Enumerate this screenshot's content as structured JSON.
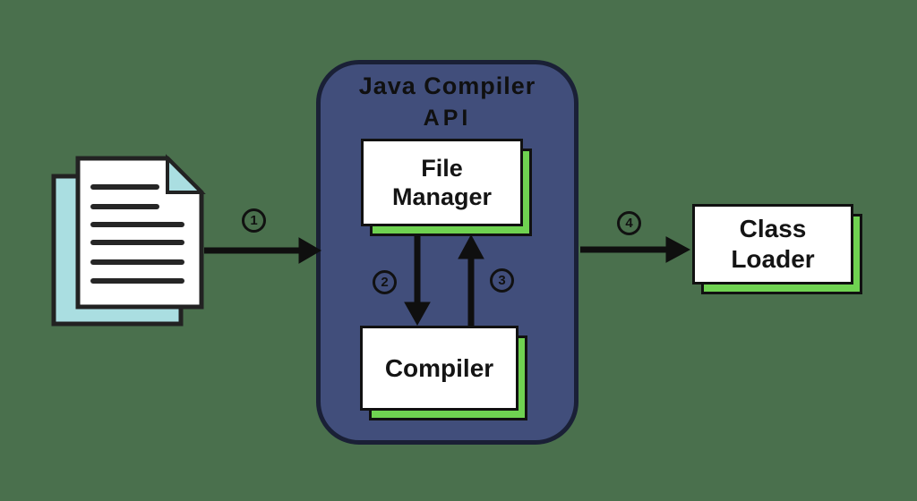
{
  "panel": {
    "title_line1": "Java Compiler",
    "title_line2": "API",
    "fill_color": "#414E7B",
    "border_color": "#1A2036"
  },
  "boxes": {
    "file_manager": {
      "label": "File Manager",
      "lines": [
        "File",
        "Manager"
      ]
    },
    "compiler": {
      "label": "Compiler",
      "lines": [
        "Compiler"
      ]
    },
    "class_loader": {
      "label": "Class Loader",
      "lines": [
        "Class",
        "Loader"
      ]
    }
  },
  "steps": {
    "s1": "1",
    "s2": "2",
    "s3": "3",
    "s4": "4"
  },
  "icons": {
    "document": "document-stack-icon"
  },
  "colors": {
    "background_green": "#4A704D",
    "shadow_green": "#6FD251",
    "page_cyan": "#AADEE1",
    "ink_black": "#141414"
  }
}
